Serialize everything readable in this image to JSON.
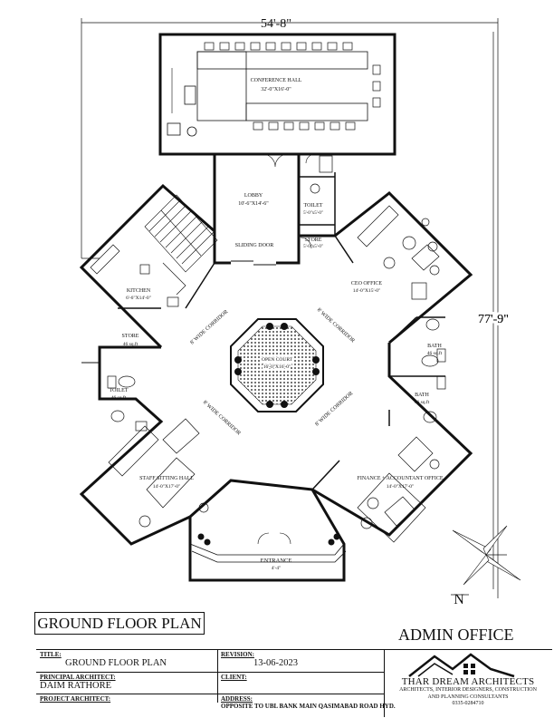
{
  "dimensions": {
    "width_total": "54'-8\"",
    "height_total": "77'-9\""
  },
  "rooms": {
    "conference": {
      "name": "CONFERENCE HALL",
      "size": "32'-0\"X16'-0\""
    },
    "lobby": {
      "name": "LOBBY",
      "size": "10'-6\"X14'-6\""
    },
    "toilet_lobby": {
      "name": "TOILET",
      "size": "5'-0\"x5'-0\""
    },
    "store_lobby": {
      "name": "STORE",
      "size": "5'-0\"x5'-0\""
    },
    "sliding_door": "SLIDING DOOR",
    "kitchen": {
      "name": "KITCHEN",
      "size": "6'-6\"X14'-0\""
    },
    "ceo": {
      "name": "CEO OFFICE",
      "size": "14'-0\"X15'-0\""
    },
    "store_left": {
      "name": "STORE",
      "size": "46 sq.ft"
    },
    "toilet_left": {
      "name": "TOILET",
      "size": "46 sq.ft"
    },
    "bath_upper": {
      "name": "BATH",
      "size": "46 sq.ft"
    },
    "bath_lower": {
      "name": "BATH",
      "size": "46 sq.ft"
    },
    "staff": {
      "name": "STAFF SITTING HALL",
      "size": "14'-0\"X17'-0\""
    },
    "finance": {
      "name": "FINANCE + ACCOUNTANT OFFICE",
      "size": "14'-0\"X17'-0\""
    },
    "entrance": {
      "name": "ENTRANCE",
      "size": "4'-4\""
    },
    "courtyard": {
      "name": "OPEN COURT",
      "size": "16'-0\"X16'-0\""
    },
    "corridor": "8' WIDE CORRIDOR"
  },
  "north_label": "N",
  "sheet_title": "GROUND FLOOR PLAN",
  "project_name": "ADMIN OFFICE",
  "title_block": {
    "title_caption": "TITLE:",
    "title_value": "GROUND FLOOR PLAN",
    "revision_caption": "REVISION:",
    "revision_value": "13-06-2023",
    "principal_caption": "PRINCIPAL ARCHITECT:",
    "principal_value": "DAIM RATHORE",
    "client_caption": "CLIENT:",
    "client_value": "",
    "project_arch_caption": "PROJECT ARCHITECT:",
    "project_arch_value": "",
    "address_caption": "ADDRESS:",
    "address_value": "OPPOSITE TO UBL BANK MAIN QASIMABAD ROAD HYD.",
    "firm_name": "THAR DREAM ARCHITECTS",
    "firm_sub1": "ARCHITECTS, INTERIOR DESIGNERS, CONSTRUCTION",
    "firm_sub2": "AND PLANNING CONSULTANTS",
    "firm_phone": "0335-0284710"
  }
}
